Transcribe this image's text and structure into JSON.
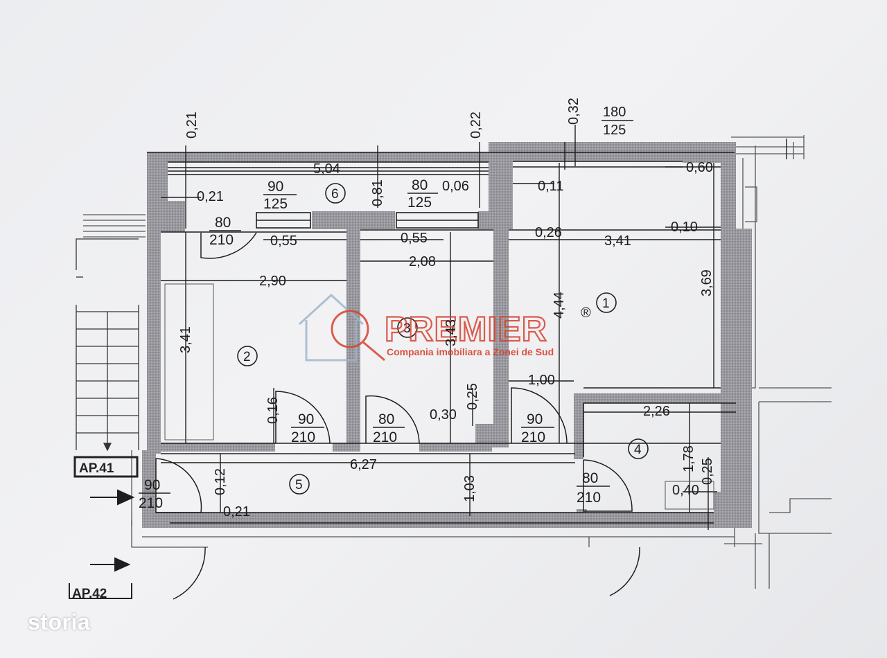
{
  "dimensions": {
    "top_wall_1": "0,21",
    "top_wall_2": "0,22",
    "top_wall_3": "0,32",
    "window_top_1": "180",
    "window_top_2": "125",
    "length_504": "5,04",
    "offset_021": "0,21",
    "offset_081": "0,81",
    "offset_006": "0,06",
    "offset_011": "0,11",
    "offset_060": "0,60",
    "offset_055a": "0,55",
    "offset_055b": "0,55",
    "offset_026": "0,26",
    "length_341h": "3,41",
    "offset_010": "0,10",
    "length_369": "3,69",
    "length_290": "2,90",
    "length_208": "2,08",
    "length_341v": "3,41",
    "length_343": "3,43",
    "length_444": "4,44",
    "length_100": "1,00",
    "offset_025a": "0,25",
    "offset_030": "0,30",
    "offset_016": "0,16",
    "length_226": "2,26",
    "length_178": "1,78",
    "offset_025b": "0,25",
    "offset_040": "0,40",
    "length_627": "6,27",
    "offset_012": "0,12",
    "length_103": "1,03",
    "offset_021b": "0,21"
  },
  "doors": {
    "w_90_125": {
      "top": "90",
      "bottom": "125"
    },
    "w_80_125": {
      "top": "80",
      "bottom": "125"
    },
    "d_80_210_top": {
      "top": "80",
      "bottom": "210"
    },
    "d_90_210_r2": {
      "top": "90",
      "bottom": "210"
    },
    "d_80_210_r3": {
      "top": "80",
      "bottom": "210"
    },
    "d_90_210_r1": {
      "top": "90",
      "bottom": "210"
    },
    "d_80_210_r4": {
      "top": "80",
      "bottom": "210"
    },
    "d_90_210_entry": {
      "top": "90",
      "bottom": "210"
    }
  },
  "rooms": {
    "r1": "1",
    "r2": "2",
    "r3": "3",
    "r4": "4",
    "r5": "5",
    "r6": "6"
  },
  "labels": {
    "ap41": "AP.41",
    "ap42": "AP.42"
  },
  "watermark": {
    "title": "PREMIER",
    "subtitle": "Compania imobiliara a Zonei de Sud",
    "mark": "®"
  },
  "branding": {
    "storia": "storia"
  },
  "colors": {
    "wall_hatch": "#8f8f95",
    "line": "#1e1e1e",
    "accent": "#d7422f",
    "logo_blue": "#9fb3c8"
  }
}
